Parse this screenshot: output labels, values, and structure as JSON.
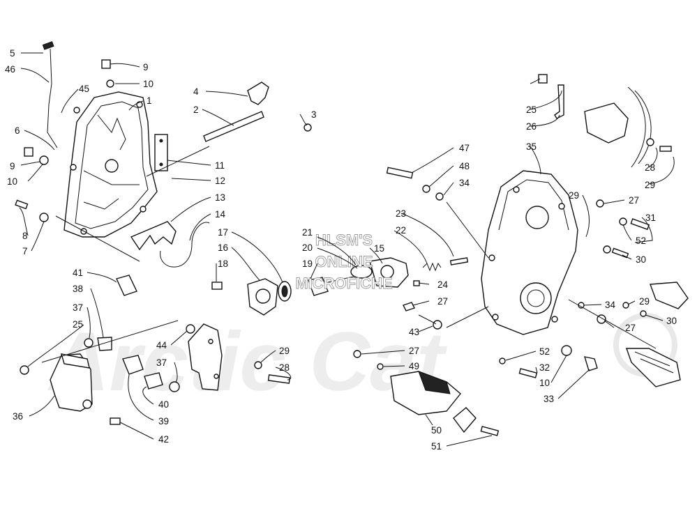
{
  "watermark": {
    "line1": "HLSM'S",
    "line2": "ONLINE",
    "line3": "MICROFICHE"
  },
  "callouts": {
    "c1": "1",
    "c2": "2",
    "c3": "3",
    "c4": "4",
    "c5": "5",
    "c6": "6",
    "c7": "7",
    "c8": "8",
    "c9a": "9",
    "c9b": "9",
    "c10a": "10",
    "c10b": "10",
    "c10c": "10",
    "c11": "11",
    "c12": "12",
    "c13": "13",
    "c14": "14",
    "c15": "15",
    "c16": "16",
    "c17": "17",
    "c18": "18",
    "c19": "19",
    "c20": "20",
    "c21": "21",
    "c22": "22",
    "c23": "23",
    "c24": "24",
    "c25a": "25",
    "c25b": "25",
    "c26": "26",
    "c27a": "27",
    "c27b": "27",
    "c27c": "27",
    "c27d": "27",
    "c28a": "28",
    "c28b": "28",
    "c29a": "29",
    "c29b": "29",
    "c29c": "29",
    "c29d": "29",
    "c30a": "30",
    "c30b": "30",
    "c31": "31",
    "c32": "32",
    "c33": "33",
    "c34a": "34",
    "c34b": "34",
    "c35": "35",
    "c36": "36",
    "c37a": "37",
    "c37b": "37",
    "c38": "38",
    "c39": "39",
    "c40": "40",
    "c41": "41",
    "c42": "42",
    "c43": "43",
    "c44": "44",
    "c45": "45",
    "c46": "46",
    "c47": "47",
    "c48": "48",
    "c49": "49",
    "c50": "50",
    "c51": "51",
    "c52a": "52",
    "c52b": "52"
  }
}
